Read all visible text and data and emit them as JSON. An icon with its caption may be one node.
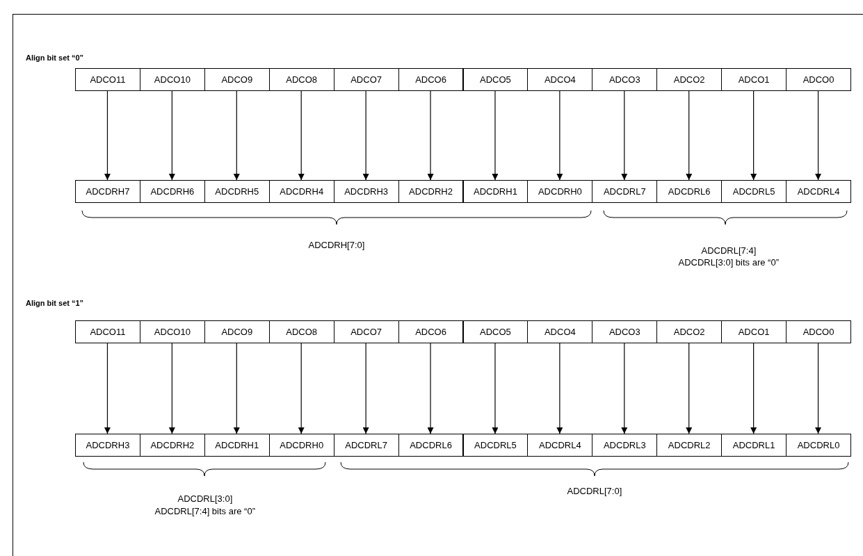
{
  "diagram": {
    "nodes": [
      {
        "text": [
          "ADCO11"
        ]
      },
      {
        "text": [
          "ADCO10"
        ]
      },
      {
        "text": [
          "ADCO9"
        ]
      },
      {
        "text": [
          "ADCO8"
        ]
      },
      {
        "text": [
          "ADCO7"
        ]
      },
      {
        "text": [
          "ADCO6"
        ]
      },
      {
        "text": [
          "ADCO5"
        ]
      },
      {
        "text": [
          "ADCO4"
        ]
      },
      {
        "text": [
          "ADCO3"
        ]
      },
      {
        "text": [
          "ADCO2"
        ]
      },
      {
        "text": [
          "ADCO1"
        ]
      },
      {
        "text": [
          "ADCO0"
        ]
      },
      {
        "text": [
          "ADCDRH7"
        ]
      },
      {
        "text": [
          "ADCDRH6"
        ]
      },
      {
        "text": [
          "ADCDRH5"
        ]
      },
      {
        "text": [
          "ADCDRH4"
        ]
      },
      {
        "text": [
          "ADCDRH3"
        ]
      },
      {
        "text": [
          "ADCDRH2"
        ]
      },
      {
        "text": [
          "ADCDRH1"
        ]
      },
      {
        "text": [
          "ADCDRH0"
        ]
      },
      {
        "text": [
          "ADCDRL7"
        ]
      },
      {
        "text": [
          "ADCDRL6"
        ]
      },
      {
        "text": [
          "ADCDRL5"
        ]
      },
      {
        "text": [
          "ADCDRL4"
        ]
      },
      {
        "text": [
          "ADCO11"
        ]
      },
      {
        "text": [
          "ADCO10"
        ]
      },
      {
        "text": [
          "ADCO9"
        ]
      },
      {
        "text": [
          "ADCO8"
        ]
      },
      {
        "text": [
          "ADCO7"
        ]
      },
      {
        "text": [
          "ADCO6"
        ]
      },
      {
        "text": [
          "ADCO5"
        ]
      },
      {
        "text": [
          "ADCO4"
        ]
      },
      {
        "text": [
          "ADCO3"
        ]
      },
      {
        "text": [
          "ADCO2"
        ]
      },
      {
        "text": [
          "ADCO1"
        ]
      },
      {
        "text": [
          "ADCO0"
        ]
      },
      {
        "text": [
          "ADCDRH3"
        ]
      },
      {
        "text": [
          "ADCDRH2"
        ]
      },
      {
        "text": [
          "ADCDRH1"
        ]
      },
      {
        "text": [
          "ADCDRH0"
        ]
      },
      {
        "text": [
          "ADCDRL7"
        ]
      },
      {
        "text": [
          "ADCDRL6"
        ]
      },
      {
        "text": [
          "ADCDRL5"
        ]
      },
      {
        "text": [
          "ADCDRL4"
        ]
      },
      {
        "text": [
          "ADCDRL3"
        ]
      },
      {
        "text": [
          "ADCDRL2"
        ]
      },
      {
        "text": [
          "ADCDRL1"
        ]
      },
      {
        "text": [
          "ADCDRL0"
        ]
      }
    ],
    "edges": [
      {
        "from": 0,
        "to": 12,
        "arrow": "to"
      },
      {
        "from": 1,
        "to": 13,
        "arrow": "to"
      },
      {
        "from": 2,
        "to": 14,
        "arrow": "to"
      },
      {
        "from": 3,
        "to": 15,
        "arrow": "to"
      },
      {
        "from": 4,
        "to": 16,
        "arrow": "to"
      },
      {
        "from": 5,
        "to": 17,
        "arrow": "to"
      },
      {
        "from": 6,
        "to": 18,
        "arrow": "to"
      },
      {
        "from": 7,
        "to": 19,
        "arrow": "to"
      },
      {
        "from": 8,
        "to": 20,
        "arrow": "to"
      },
      {
        "from": 9,
        "to": 21,
        "arrow": "to"
      },
      {
        "from": 10,
        "to": 22,
        "arrow": "to"
      },
      {
        "from": 11,
        "to": 23,
        "arrow": "to"
      },
      {
        "from": 24,
        "to": 36,
        "arrow": "to"
      },
      {
        "from": 25,
        "to": 37,
        "arrow": "to"
      },
      {
        "from": 26,
        "to": 38,
        "arrow": "to"
      },
      {
        "from": 27,
        "to": 39,
        "arrow": "to"
      },
      {
        "from": 28,
        "to": 40,
        "arrow": "to"
      },
      {
        "from": 29,
        "to": 41,
        "arrow": "to"
      },
      {
        "from": 30,
        "to": 42,
        "arrow": "to"
      },
      {
        "from": 31,
        "to": 43,
        "arrow": "to"
      },
      {
        "from": 32,
        "to": 44,
        "arrow": "to"
      },
      {
        "from": 33,
        "to": 45,
        "arrow": "to"
      },
      {
        "from": 34,
        "to": 46,
        "arrow": "to"
      },
      {
        "from": 35,
        "to": 47,
        "arrow": "to"
      }
    ],
    "labels": [
      "Align bit set “0”",
      "ADCDRH[7:0]",
      "ADCDRL[7:4]",
      "ADCDRL[3:0] bits are “0”",
      "Align bit set “1”",
      "ADCDRL[3:0]",
      "ADCDRL[7:4] bits are “0”",
      "ADCDRL[7:0]"
    ]
  }
}
